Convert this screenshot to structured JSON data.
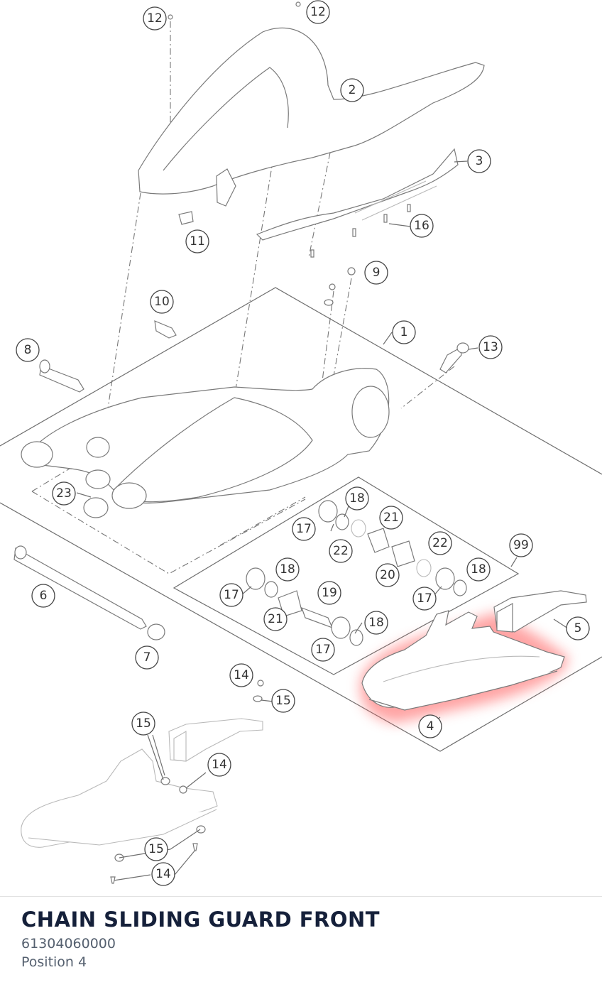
{
  "diagram": {
    "callouts": [
      "12",
      "12",
      "2",
      "3",
      "11",
      "16",
      "9",
      "10",
      "1",
      "8",
      "13",
      "23",
      "18",
      "17",
      "21",
      "22",
      "22",
      "99",
      "18",
      "20",
      "18",
      "17",
      "21",
      "19",
      "17",
      "18",
      "5",
      "6",
      "7",
      "17",
      "14",
      "15",
      "4",
      "15",
      "14",
      "15",
      "14"
    ],
    "highlight_color": "#ff5a5a"
  },
  "part": {
    "title": "CHAIN SLIDING GUARD FRONT",
    "number": "61304060000",
    "position": "Position 4"
  }
}
